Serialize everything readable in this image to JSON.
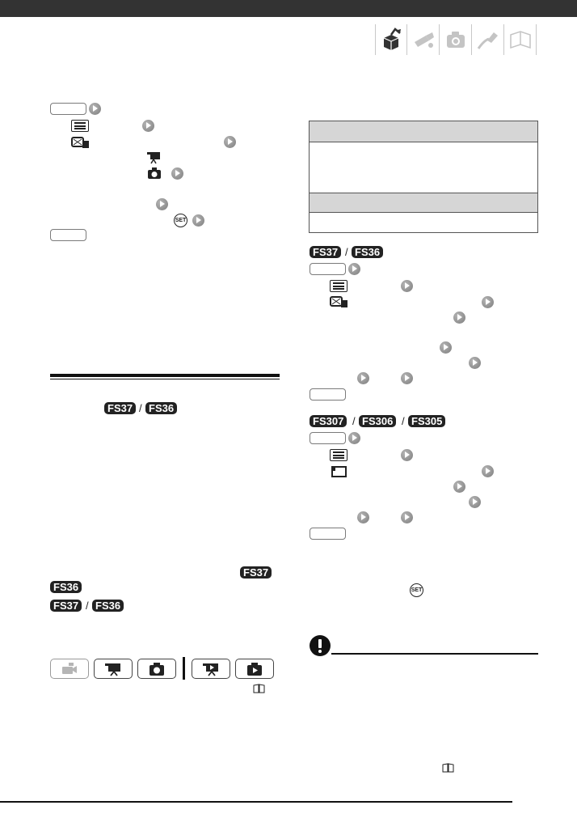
{
  "colors": {
    "header_bar": "#333333",
    "model_badge_bg": "#222222",
    "model_badge_text": "#ffffff",
    "table_header_bg": "#d6d6d6",
    "arrow_button": "#8a8a8a"
  },
  "header": {
    "mode_icons": [
      "intro-box-icon",
      "video-camera-icon",
      "still-camera-icon",
      "cable-icon",
      "book-icon"
    ]
  },
  "model_badges": {
    "left_fs37": "FS37",
    "left_fs36": "FS36",
    "left_fs37_b": "FS37",
    "left_fs36_b": "FS36",
    "left_fs37_c": "FS37",
    "left_fs36_c": "FS36",
    "right_fs37": "FS37",
    "right_fs36": "FS36",
    "right_fs307": "FS307",
    "right_fs306": "FS306",
    "right_fs305": "FS305",
    "separator": "/"
  },
  "mode_strip": {
    "buttons": [
      "auto-mode-icon",
      "movie-record-icon",
      "still-record-icon",
      "movie-playback-icon",
      "still-playback-icon"
    ]
  }
}
